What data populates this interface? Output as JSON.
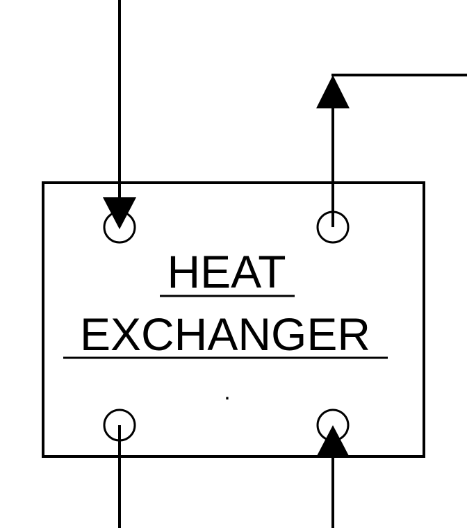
{
  "diagram": {
    "title_line1": "HEAT",
    "title_line2": "EXCHANGER",
    "dot": ".",
    "stroke_color": "#000000",
    "background_color": "#ffffff",
    "ports": [
      {
        "name": "top-left",
        "flow": "in"
      },
      {
        "name": "top-right",
        "flow": "out"
      },
      {
        "name": "bottom-left",
        "flow": "out"
      },
      {
        "name": "bottom-right",
        "flow": "in"
      }
    ]
  }
}
